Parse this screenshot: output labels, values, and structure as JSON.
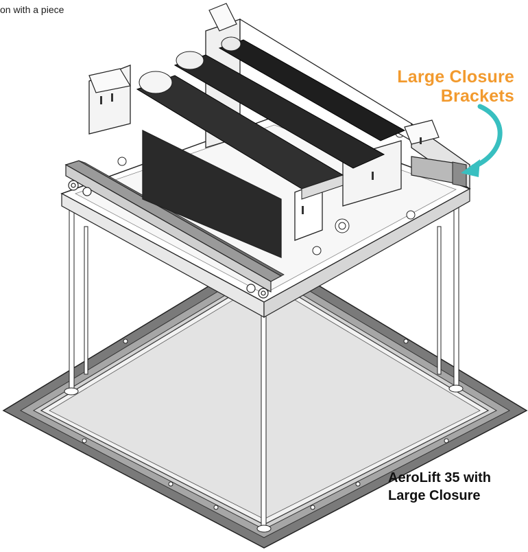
{
  "header_fragment": "on with a piece",
  "callout": {
    "line1": "Large Closure",
    "line2": "Brackets",
    "color": "#f29a2e",
    "arrow_color": "#38bfc0"
  },
  "caption": {
    "line1": "AeroLift 35 with",
    "line2": "Large Closure"
  }
}
